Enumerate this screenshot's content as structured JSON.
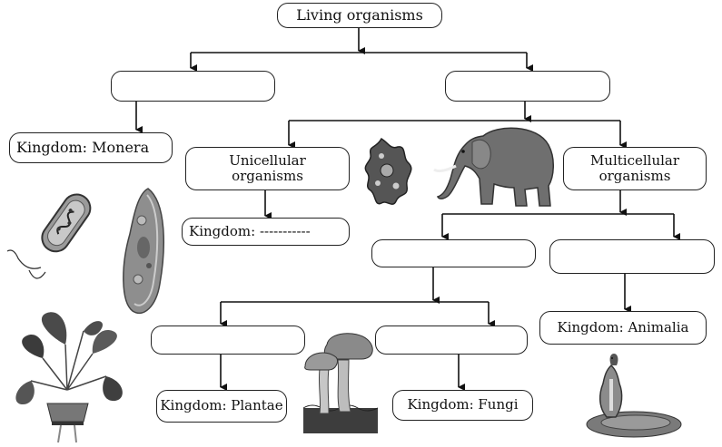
{
  "diagram": {
    "root": "Living organisms",
    "level1": {
      "left": "",
      "right": ""
    },
    "kingdom_monera": "Kingdom: Monera",
    "unicellular": "Unicellular organisms",
    "multicellular": "Multicellular organisms",
    "kingdom_blank": "Kingdom: -----------",
    "level3": {
      "left": "",
      "right": ""
    },
    "level4": {
      "left": "",
      "right": ""
    },
    "kingdom_animalia": "Kingdom: Animalia",
    "kingdom_plantae": "Kingdom: Plantae",
    "kingdom_fungi": "Kingdom: Fungi"
  },
  "illustrations": [
    "bacterium",
    "paramecium",
    "amoeba",
    "elephant",
    "plant",
    "mushrooms",
    "cobra"
  ]
}
